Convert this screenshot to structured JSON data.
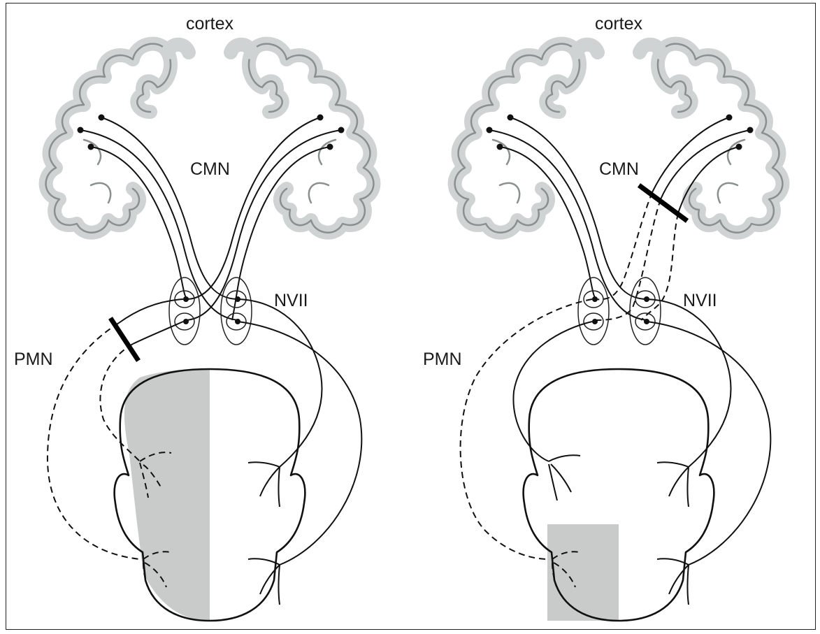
{
  "labels": {
    "cortex": "cortex",
    "cmn": "CMN",
    "nvii": "NVII",
    "pmn": "PMN"
  },
  "colors": {
    "cortex_band": "#cfd3d3",
    "cortex_outline": "#8a8f8f",
    "paralysis_shade": "#c9cbcb",
    "line": "#111111"
  },
  "panels": [
    {
      "id": "left",
      "lesion_site": "PMN",
      "shaded_region": "entire-left-half-face"
    },
    {
      "id": "right",
      "lesion_site": "CMN",
      "shaded_region": "lower-left-quadrant-face"
    }
  ]
}
